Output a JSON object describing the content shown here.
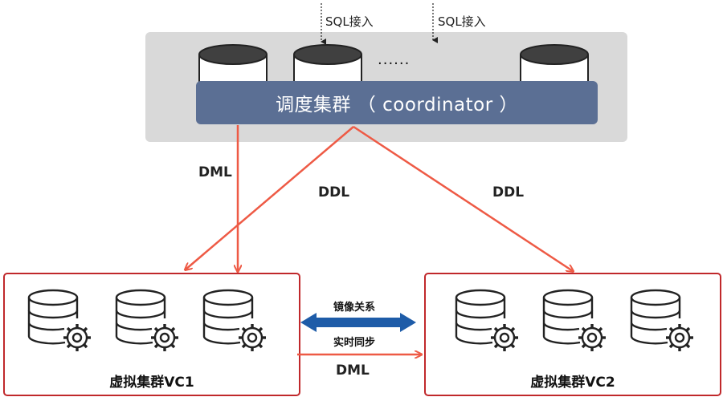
{
  "coordinator": {
    "label": "调度集群 （ coordinator ）",
    "ellipsis": "......",
    "sql_in_1": "SQL接入",
    "sql_in_2": "SQL接入"
  },
  "edges": {
    "dml_left": "DML",
    "ddl_left": "DDL",
    "ddl_right": "DDL",
    "dml_bottom": "DML"
  },
  "sync": {
    "mirror_label": "镜像关系",
    "realtime_label": "实时同步"
  },
  "clusters": {
    "vc1_title": "虚拟集群VC1",
    "vc2_title": "虚拟集群VC2"
  },
  "colors": {
    "arrow_red": "#ee5a45",
    "box_border": "#c0282b",
    "coordinator_bar": "#5b6f94",
    "panel_gray": "#d9d9d9",
    "sync_arrow": "#1e5ca8"
  }
}
